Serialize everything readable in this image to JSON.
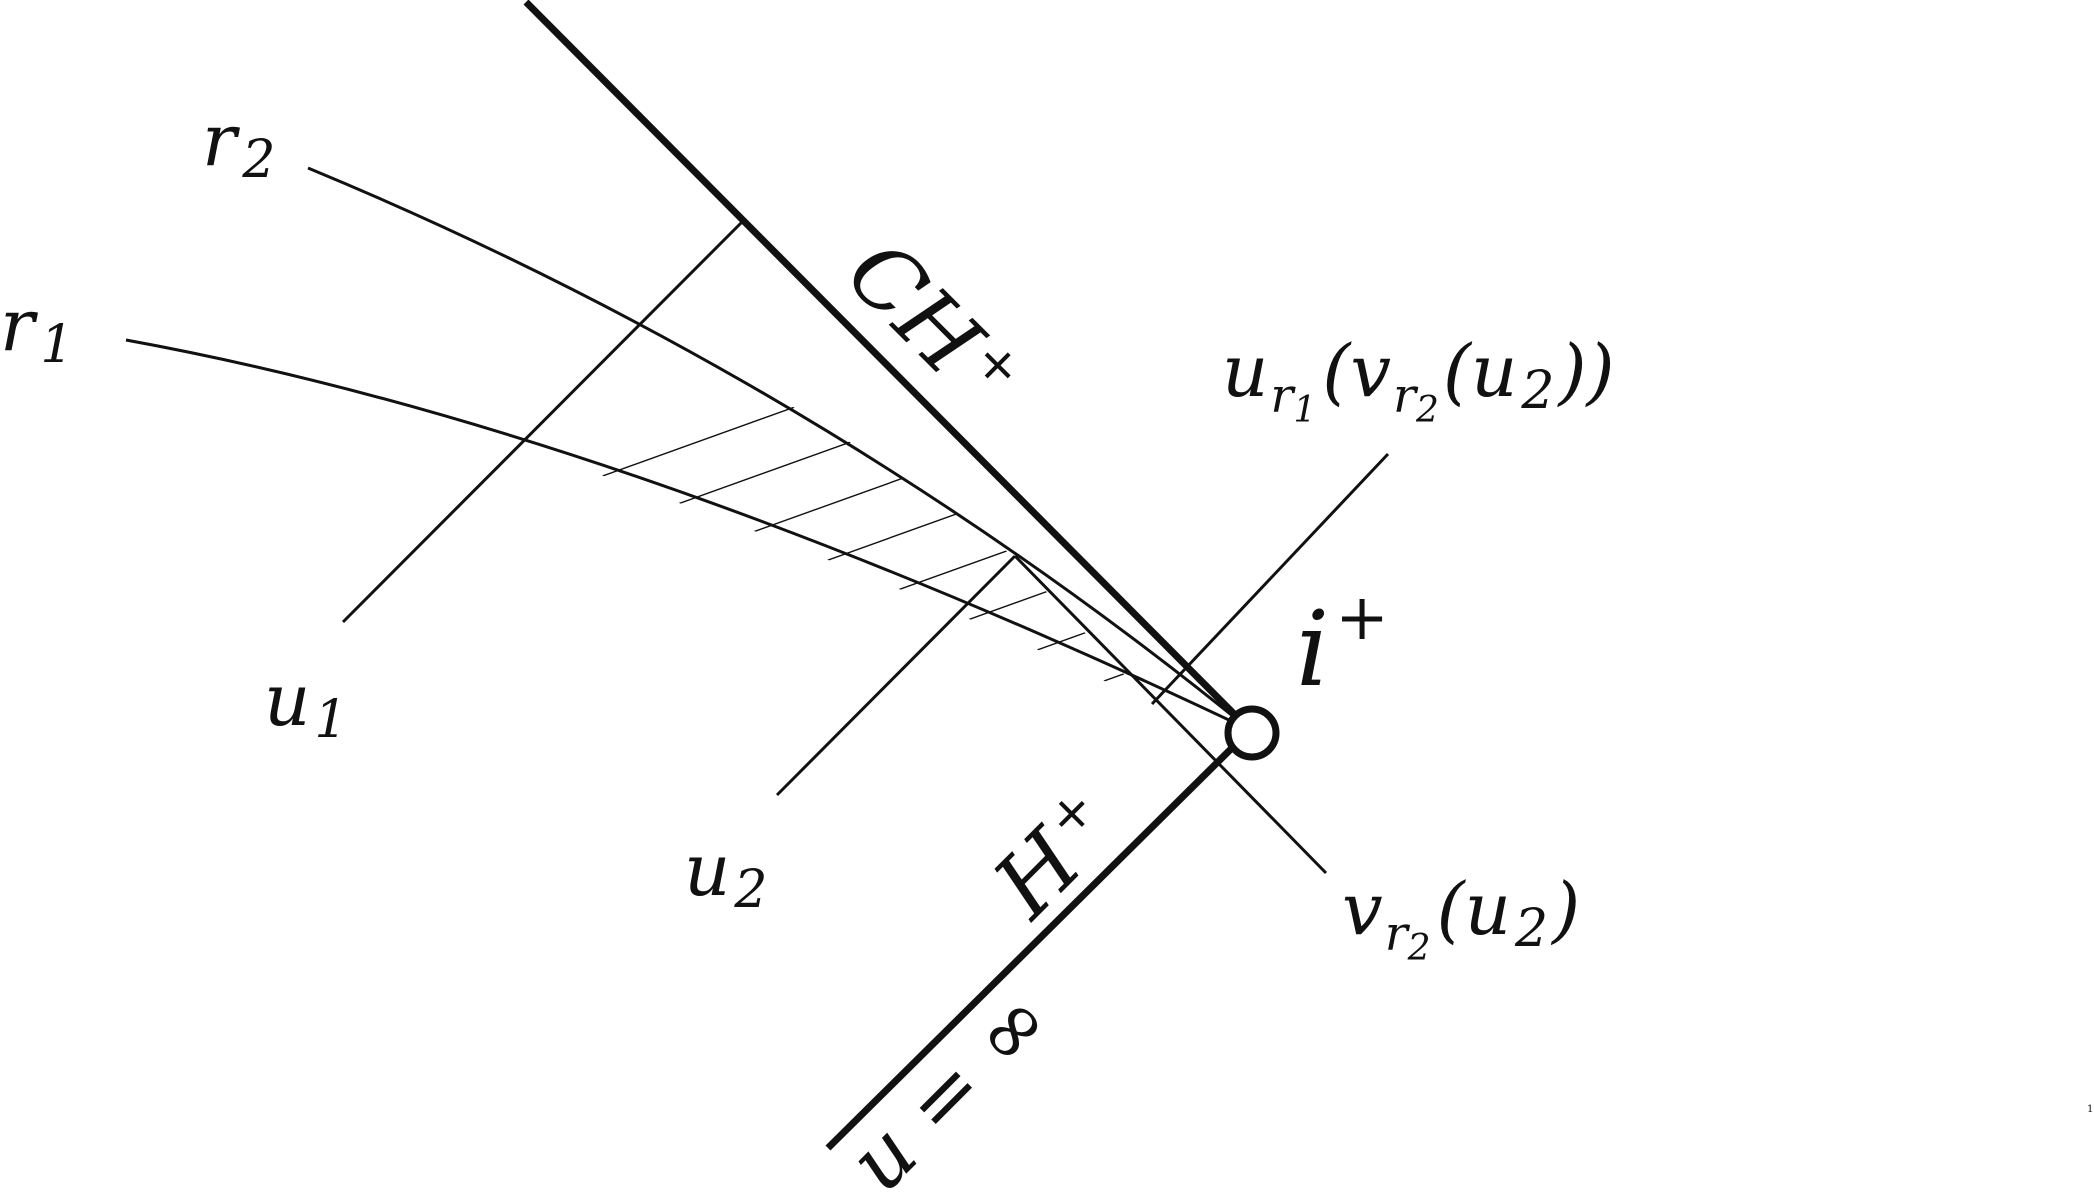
{
  "labels": {
    "r2": {
      "main": "r",
      "sub": "2"
    },
    "r1": {
      "main": "r",
      "sub": "1"
    },
    "u1": {
      "main": "u",
      "sub": "1"
    },
    "u2": {
      "main": "u",
      "sub": "2"
    },
    "ch_plus": {
      "main": "CH",
      "sup": "+"
    },
    "h_plus": {
      "main": "H",
      "sup": "+"
    },
    "i_plus": {
      "main": "i",
      "sup": "+"
    },
    "u_inf": {
      "text": "u = ∞"
    },
    "u_r1_v_r2_u2": {
      "u": "u",
      "r": "r",
      "sub1": "1",
      "open1": "(",
      "v": "v",
      "r2": "r",
      "sub2": "2",
      "open2": "(",
      "u2": "u",
      "sub3": "2",
      "close": "))"
    },
    "v_r2_u2": {
      "v": "v",
      "r": "r",
      "sub2": "2",
      "open": "(",
      "u": "u",
      "sub3": "2",
      "close": ")"
    }
  },
  "page_number": "1",
  "colors": {
    "ink": "#111111",
    "background": "#ffffff"
  }
}
